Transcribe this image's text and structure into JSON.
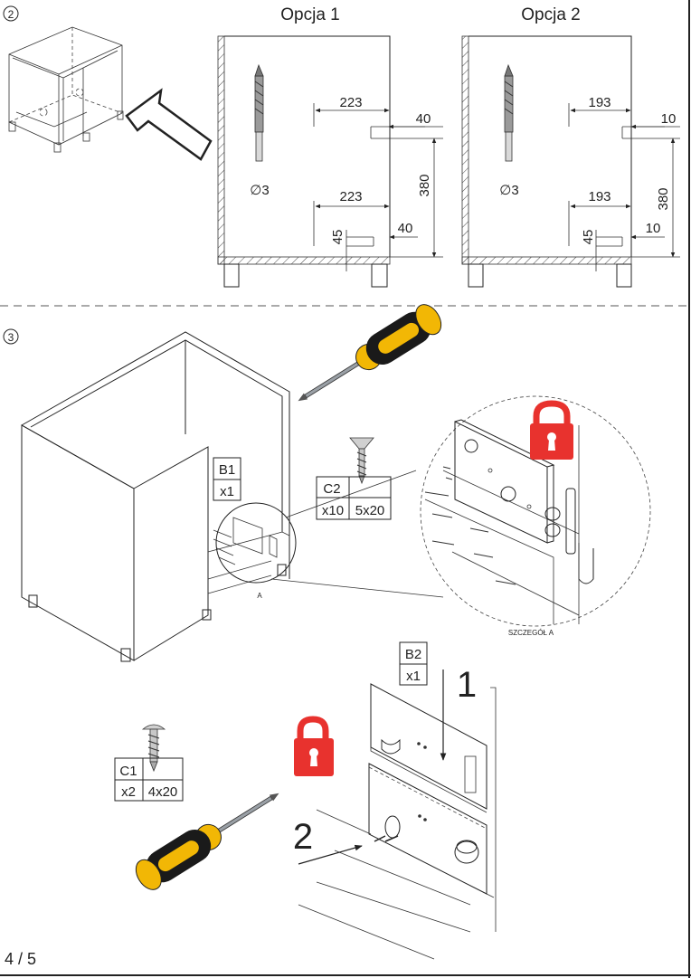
{
  "step2": {
    "number": "2",
    "option1": {
      "title": "Opcja 1",
      "dim_top_h": "223",
      "dim_top_small": "40",
      "dim_bottom_h": "223",
      "dim_bottom_small": "40",
      "dim_bottom_v": "45",
      "dim_height": "380",
      "drill": "∅3"
    },
    "option2": {
      "title": "Opcja 2",
      "dim_top_h": "193",
      "dim_top_small": "10",
      "dim_bottom_h": "193",
      "dim_bottom_small": "10",
      "dim_bottom_v": "45",
      "dim_height": "380",
      "drill": "∅3"
    }
  },
  "step3": {
    "number": "3",
    "part_b1": {
      "code": "B1",
      "qty": "x1"
    },
    "part_c2": {
      "code": "C2",
      "qty": "x10",
      "size": "5x20"
    },
    "part_b2": {
      "code": "B2",
      "qty": "x1"
    },
    "part_c1": {
      "code": "C1",
      "qty": "x2",
      "size": "4x20"
    },
    "detail_marker": "A",
    "detail_caption": "SZCZEGÓŁ A",
    "arrow1": "1",
    "arrow2": "2"
  },
  "colors": {
    "lock": "#e8322e",
    "handle_yellow": "#f2b705",
    "handle_black": "#1a1a1a"
  },
  "page_number": "4 / 5"
}
